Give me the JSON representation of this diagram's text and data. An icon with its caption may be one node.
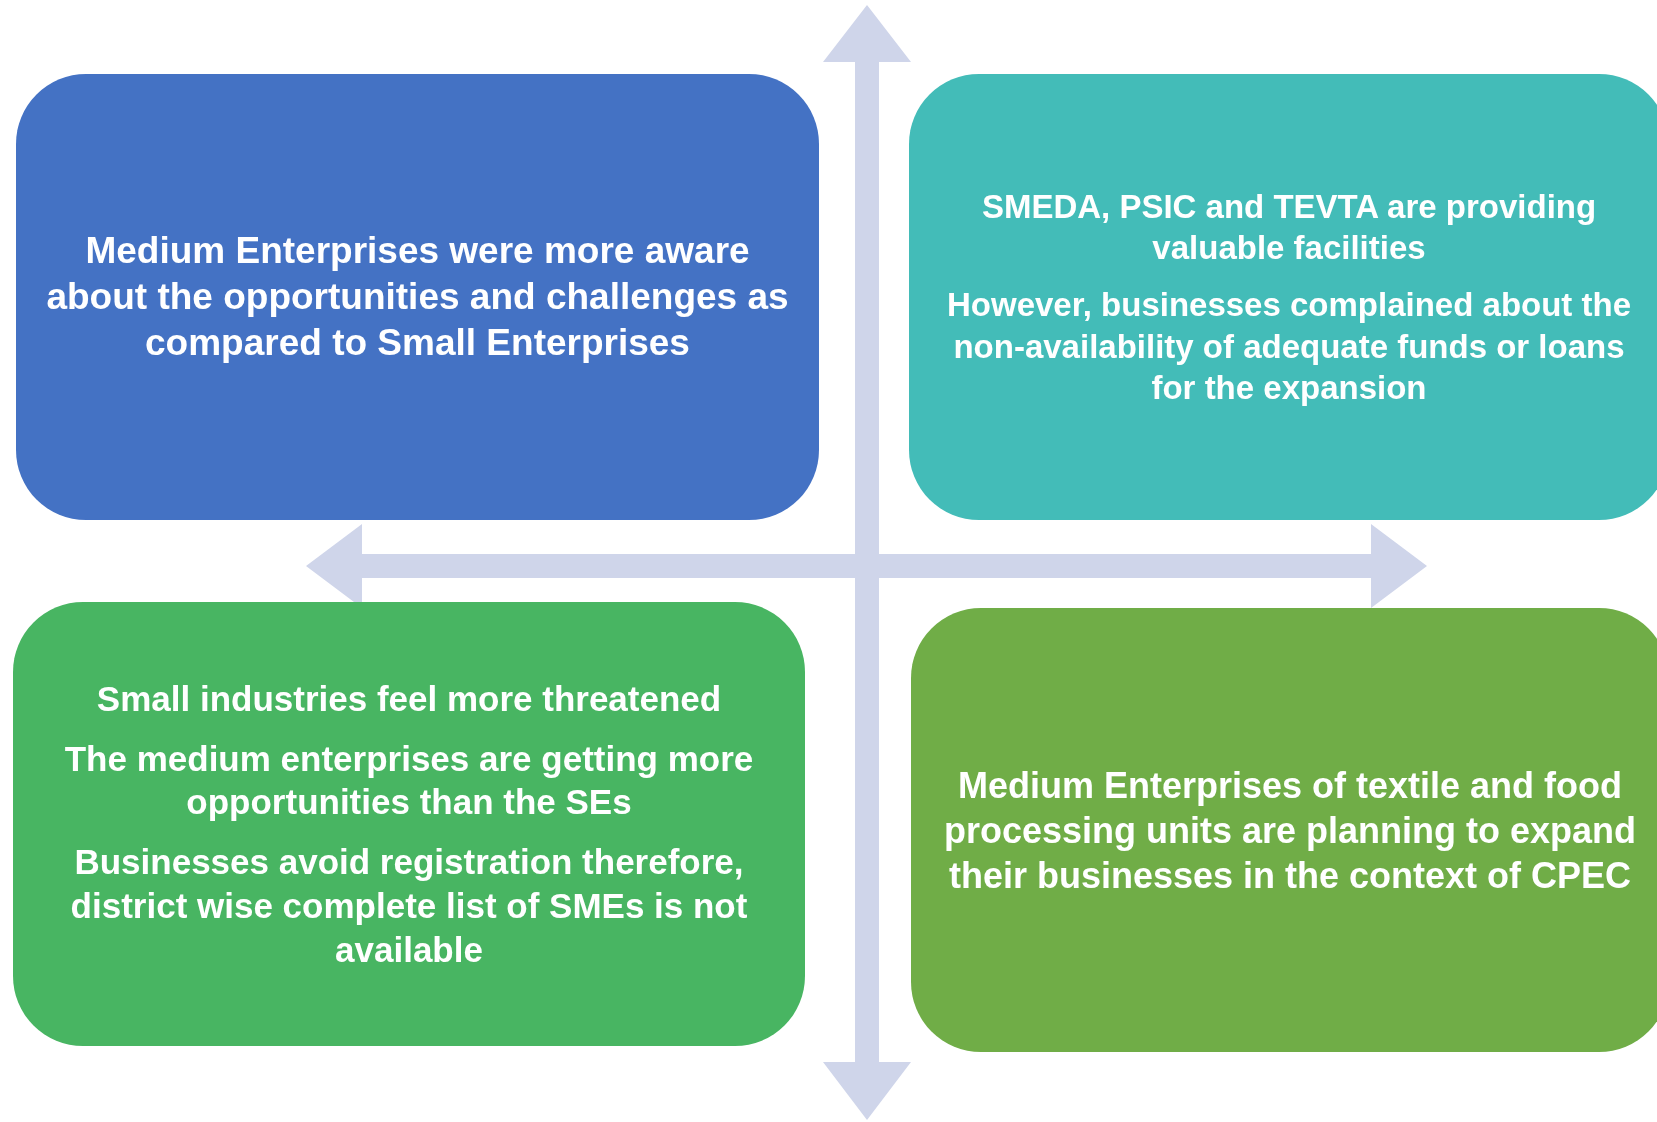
{
  "diagram": {
    "nodes": [
      {
        "text": [
          "Medium Enterprises were more aware about the opportunities and challenges as compared to Small Enterprises"
        ]
      },
      {
        "text": [
          "SMEDA, PSIC and TEVTA are providing valuable facilities",
          "However, businesses complained about the non-availability of adequate funds or loans for the expansion"
        ]
      },
      {
        "text": [
          "Small industries feel more threatened",
          "The medium enterprises are getting more opportunities than the SEs",
          "Businesses avoid registration therefore, district wise complete list of SMEs is not available"
        ]
      },
      {
        "text": [
          "Medium Enterprises of textile and food processing units are planning to expand their businesses in the context of CPEC"
        ]
      }
    ]
  }
}
